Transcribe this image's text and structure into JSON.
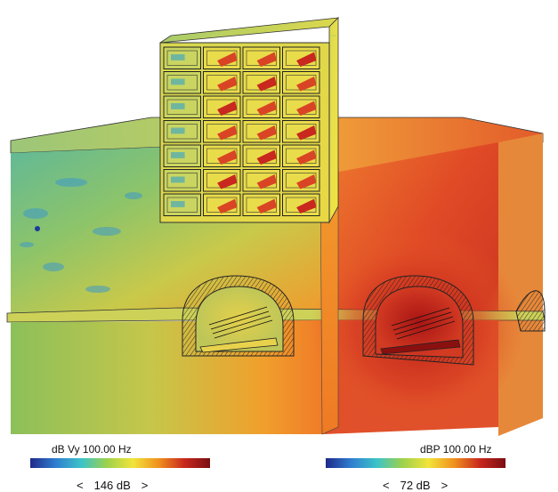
{
  "legend_left": {
    "title": "dB Vy 100.00 Hz",
    "value": "146 dB",
    "prev": "<",
    "next": ">",
    "colors": [
      "#1f2a8a",
      "#2f7fd0",
      "#3cc4c8",
      "#9ed14a",
      "#f2e43a",
      "#f0901e",
      "#c8281e",
      "#7a0e12"
    ]
  },
  "legend_right": {
    "title": "dBP 100.00 Hz",
    "value": "72 dB",
    "prev": "<",
    "next": ">",
    "colors": [
      "#1f2a8a",
      "#2f7fd0",
      "#3cc4c8",
      "#9ed14a",
      "#f2e43a",
      "#f0901e",
      "#c8281e",
      "#7a0e12"
    ]
  }
}
